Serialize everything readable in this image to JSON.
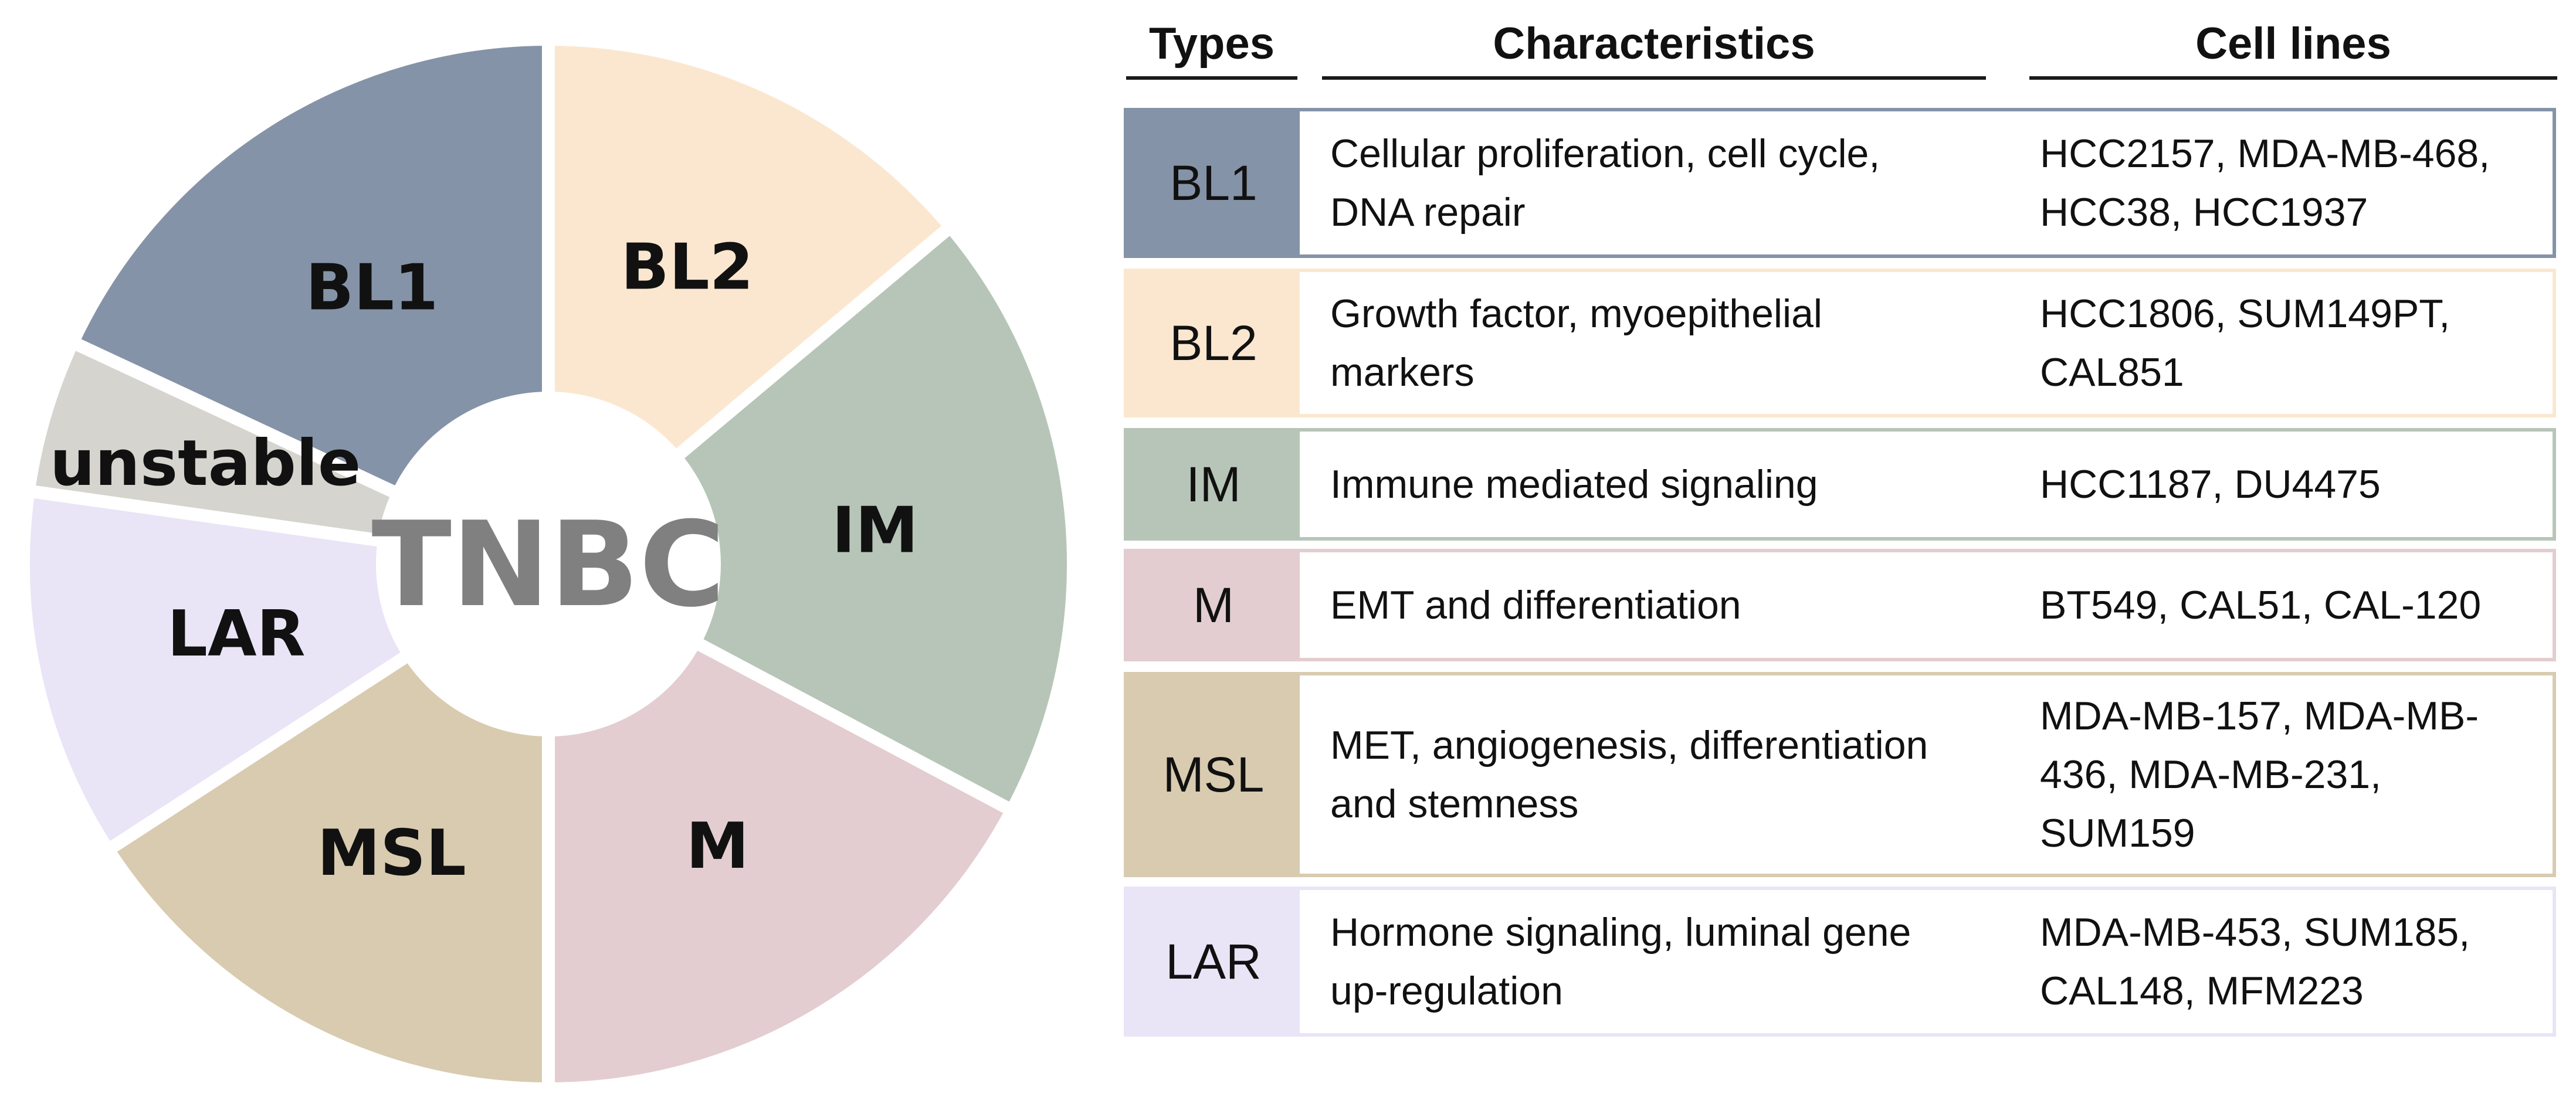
{
  "wheel": {
    "center_label": "TNBC",
    "segments": [
      {
        "label": "BL1",
        "color": "#8593A8"
      },
      {
        "label": "BL2",
        "color": "#FBE7D0"
      },
      {
        "label": "IM",
        "color": "#B6C5B7"
      },
      {
        "label": "M",
        "color": "#E3CDD0"
      },
      {
        "label": "MSL",
        "color": "#D8CBB0"
      },
      {
        "label": "LAR",
        "color": "#E9E4F6"
      },
      {
        "label": "unstable",
        "color": "#D5D4CF"
      }
    ]
  },
  "table": {
    "headers": {
      "types": "Types",
      "characteristics": "Characteristics",
      "cell_lines": "Cell lines"
    },
    "rows": [
      {
        "type": "BL1",
        "color": "#8593A8",
        "characteristics": "Cellular proliferation, cell cycle, DNA repair",
        "cell_lines": "HCC2157, MDA-MB-468, HCC38, HCC1937"
      },
      {
        "type": "BL2",
        "color": "#FBE7D0",
        "characteristics": "Growth factor, myoepithelial markers",
        "cell_lines": "HCC1806, SUM149PT, CAL851"
      },
      {
        "type": "IM",
        "color": "#B6C5B7",
        "characteristics": "Immune mediated signaling",
        "cell_lines": "HCC1187, DU4475"
      },
      {
        "type": "M",
        "color": "#E3CDD0",
        "characteristics": "EMT and differentiation",
        "cell_lines": "BT549, CAL51, CAL-120"
      },
      {
        "type": "MSL",
        "color": "#D8CBB0",
        "characteristics": "MET, angiogenesis, differentiation and stemness",
        "cell_lines": "MDA-MB-157, MDA-MB-436, MDA-MB-231, SUM159"
      },
      {
        "type": "LAR",
        "color": "#E9E4F6",
        "characteristics": "Hormone signaling, luminal gene up-regulation",
        "cell_lines": "MDA-MB-453, SUM185, CAL148, MFM223"
      }
    ]
  }
}
